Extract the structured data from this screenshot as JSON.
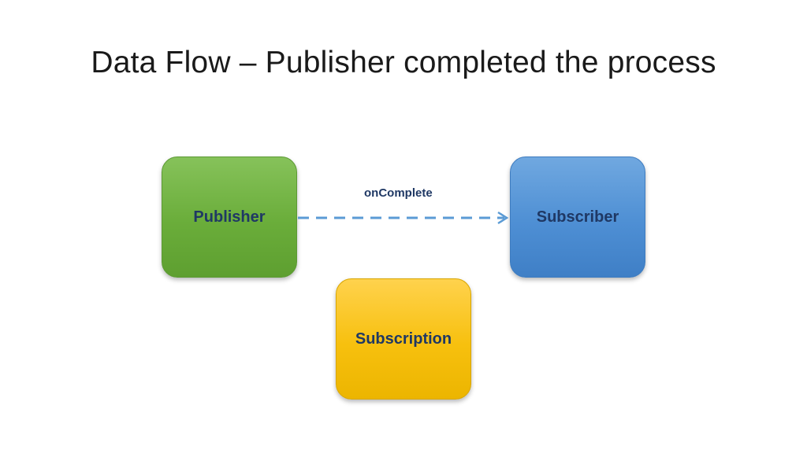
{
  "title": "Data Flow – Publisher completed the process",
  "nodes": {
    "publisher": "Publisher",
    "subscriber": "Subscriber",
    "subscription": "Subscription"
  },
  "edges": [
    {
      "from": "Publisher",
      "to": "Subscriber",
      "label": "onComplete",
      "style": "dashed"
    }
  ],
  "colors": {
    "publisher": "#6aad3a",
    "subscriber": "#4e8fd4",
    "subscription": "#f7c00e",
    "node_text": "#1f3864",
    "arrow": "#5b9bd5"
  }
}
